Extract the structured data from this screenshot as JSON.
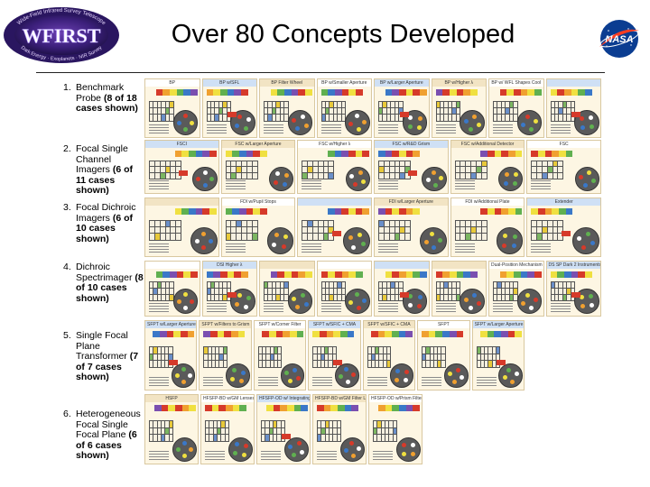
{
  "slide": {
    "title": "Over 80 Concepts Developed",
    "logo_left": {
      "name": "WFIRST mission logo",
      "text": "WFIRST",
      "ring_text_top": "Wide-Field Infrared Survey Telescope",
      "ring_text_bottom": "Dark Energy · Exoplanets · NIR Survey"
    },
    "logo_right": {
      "name": "NASA meatball logo",
      "text": "NASA"
    }
  },
  "categories": [
    {
      "num": "1.",
      "label": "Benchmark Probe",
      "count": "(8 of 18 cases shown)"
    },
    {
      "num": "2.",
      "label": "Focal Single Channel Imagers",
      "count": "(6 of 11 cases shown)"
    },
    {
      "num": "3.",
      "label": "Focal Dichroic Imagers",
      "count": "(6 of 10 cases shown)"
    },
    {
      "num": "4.",
      "label": "Dichroic Spectrimager",
      "count": "(8 of 10 cases shown)"
    },
    {
      "num": "5.",
      "label": "Single Focal Plane Transformer",
      "count": "(7 of 7 cases shown)"
    },
    {
      "num": "6.",
      "label": "Heterogeneous Focal Single Focal Plane",
      "count": "(6 of 6 cases shown)"
    }
  ],
  "concept_rows": [
    {
      "titles": [
        "BP",
        "BP w/SFL",
        "BP Filter Wheel",
        "BP w/Smaller Aperture",
        "BP w/Larger Aperture",
        "BP w/Higher λ",
        "BP w/ WFL Shapes Cool",
        ""
      ]
    },
    {
      "titles": [
        "FSCI",
        "FSC w/Larger Aperture",
        "FSC w/Higher λ",
        "FSC w/R&D Grism",
        "FSC w/Additional Detector",
        "FSC"
      ]
    },
    {
      "titles": [
        "",
        "FDI w/Pupil Stops",
        "",
        "FDI w/Larger Aperture",
        "FDI w/Additional Plate",
        "Extender"
      ]
    },
    {
      "titles": [
        "",
        "DSI Higher λ",
        "",
        "",
        "",
        "",
        "Dual-Position Mechanism",
        "DS SP Dark 2 Instruments"
      ]
    },
    {
      "titles": [
        "SFPT w/Larger Aperture",
        "SFPT w/Filters to Grism",
        "SFPT w/Corner Filter",
        "SFPT w/SFIC + CMA",
        "SFPT w/SFIC + CMA",
        "SFPT",
        "SFPT w/Larger Aperture"
      ]
    },
    {
      "titles": [
        "HSFP",
        "HFSFP-BD w/GM Lenses and IFU",
        "HFSFP-OD w/ Integrating Checklist",
        "HFSFP-BD w/GM Filter Lenses",
        "HFSFP-OD w/Prism Filters"
      ]
    }
  ],
  "colors": {
    "title_text": "#000000",
    "panel_bg": "#fdf6e3",
    "panel_border": "#d9c8a0",
    "nasa_blue": "#0b3d91",
    "nasa_red": "#fc3d21"
  }
}
